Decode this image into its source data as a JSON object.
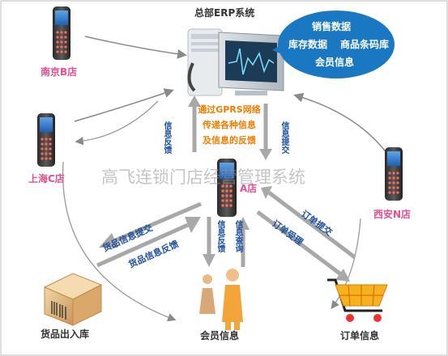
{
  "title": "总部ERP系统",
  "data_bubble": {
    "line1": "销售数据",
    "line2a": "库存数据",
    "line2b": "商品条码库",
    "line3": "会员信息"
  },
  "stores": {
    "nanjing": "南京B店",
    "shanghai": "上海C店",
    "xian": "西安N店",
    "center": "A店"
  },
  "gprs_text": [
    "通过GPRS网络",
    "传递各种信息",
    "及信息的反馈"
  ],
  "arrow_labels": {
    "info_feedback_vertical": "信息反馈",
    "info_submit_vertical": "信息提交",
    "goods_submit": "货品信息提交",
    "goods_feedback": "货品信息反馈",
    "member_feedback": "信息反馈",
    "member_query": "信息查询",
    "order_submit": "订单提交",
    "order_accept": "订单受理"
  },
  "bottom": {
    "goods": "货品出入库",
    "members": "会员信息",
    "orders": "订单信息"
  },
  "watermark": "高飞连锁门店经营管理系统",
  "colors": {
    "pink_label": "#e2508f",
    "orange_text": "#f07c00",
    "blue_text": "#1e4fa0",
    "bubble": "#1a78c2",
    "arrow": "#8a8a8a"
  }
}
